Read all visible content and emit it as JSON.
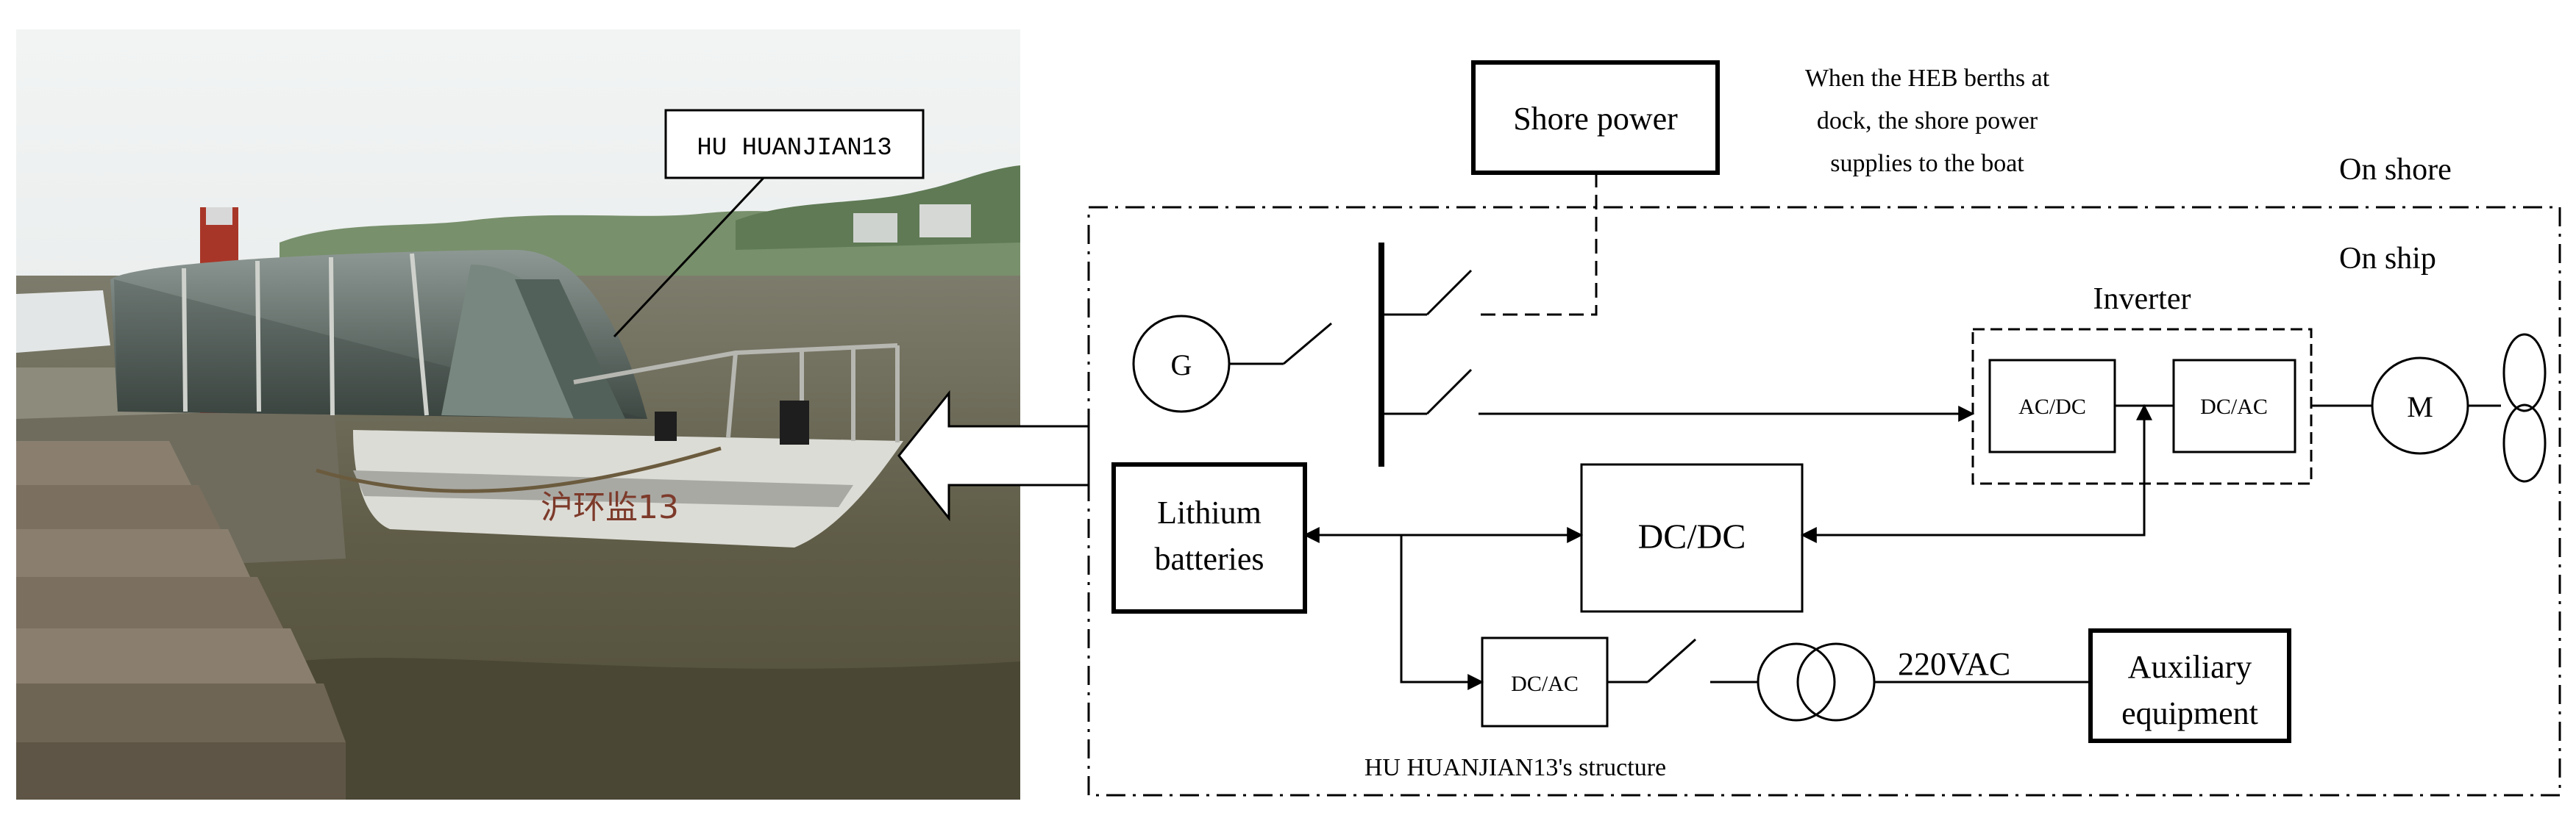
{
  "photo": {
    "callout_label": "HU HUANJIAN13",
    "hull_text": "沪环监13"
  },
  "diagram": {
    "shore_power": "Shore power",
    "berth_note": [
      "When the HEB berths at",
      "dock, the shore power",
      "supplies to the boat"
    ],
    "on_shore": "On shore",
    "on_ship": "On ship",
    "generator": "G",
    "inverter_title": "Inverter",
    "ac_dc": "AC/DC",
    "dc_ac_inv": "DC/AC",
    "motor": "M",
    "lithium": [
      "Lithium",
      "batteries"
    ],
    "dc_dc": "DC/DC",
    "dc_ac_aux": "DC/AC",
    "voltage": "220VAC",
    "auxiliary": [
      "Auxiliary",
      "equipment"
    ],
    "caption": "HU HUANJIAN13's structure"
  },
  "colors": {
    "line": "#000000",
    "water": "#5d5a44",
    "sky": "#e9ecec",
    "boat_hull": "#dcdcd6",
    "glass": "#5f6c68"
  }
}
